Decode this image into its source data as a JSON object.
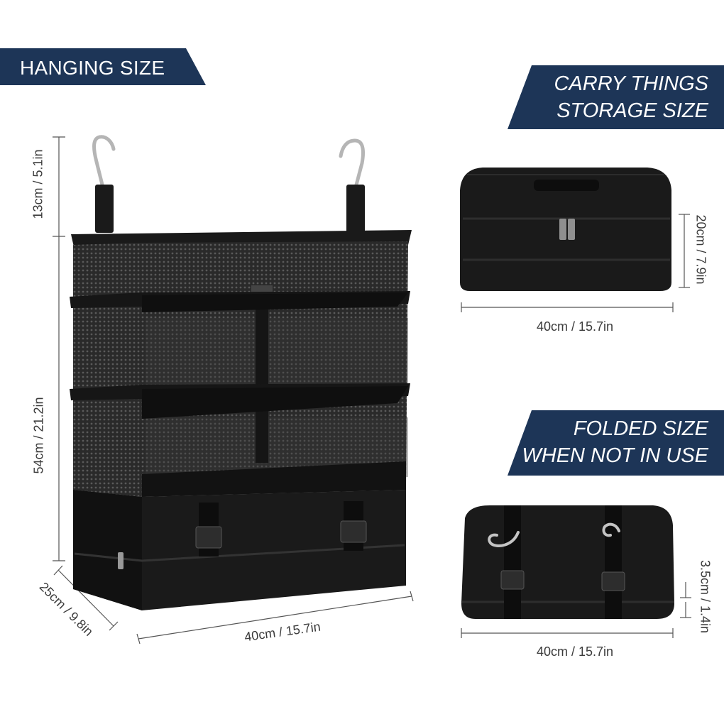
{
  "banners": {
    "hanging": "HANGING SIZE",
    "carry_line1": "CARRY THINGS",
    "carry_line2": "STORAGE SIZE",
    "folded_line1": "FOLDED SIZE",
    "folded_line2": "WHEN NOT IN USE"
  },
  "dimensions": {
    "hook_height": "13cm / 5.1in",
    "body_height": "54cm / 21.2in",
    "depth": "25cm / 9.8in",
    "hanging_width": "40cm / 15.7in",
    "carry_height": "20cm / 7.9in",
    "carry_width": "40cm / 15.7in",
    "folded_height": "3.5cm / 1.4in",
    "folded_width": "40cm / 15.7in"
  },
  "colors": {
    "banner": "#1d3557",
    "bag": "#1a1a1a"
  }
}
